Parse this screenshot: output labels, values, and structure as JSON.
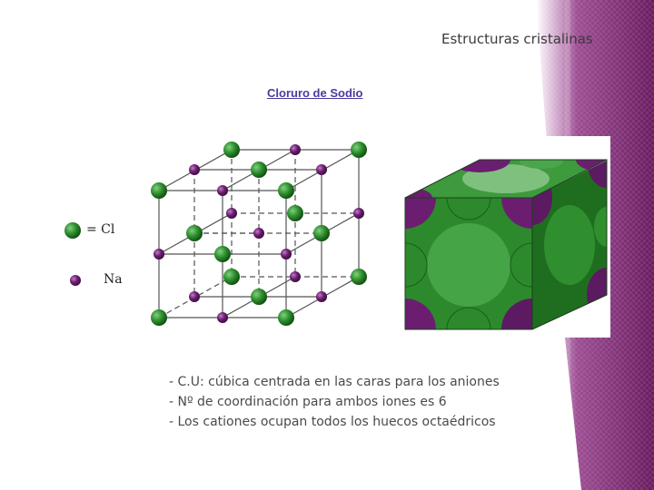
{
  "slide": {
    "title": "Estructuras cristalinas",
    "subtitle": "Cloruro de Sodio",
    "legend": [
      {
        "ion": "cl",
        "label": "= Cl",
        "color": "#1f7a1f"
      },
      {
        "ion": "na",
        "label": "Na",
        "color": "#6a1f72"
      }
    ],
    "bullets": [
      "- C.U: cúbica centrada en las caras para los aniones",
      "- Nº de coordinación para ambos iones es 6",
      "- Los cationes ocupan todos los huecos octaédricos"
    ]
  },
  "colors": {
    "accent_purple": "#7a1c6e",
    "cl_green": "#2f8f2f",
    "na_purple": "#6b1e70",
    "text_gray": "#4a4a4a"
  }
}
